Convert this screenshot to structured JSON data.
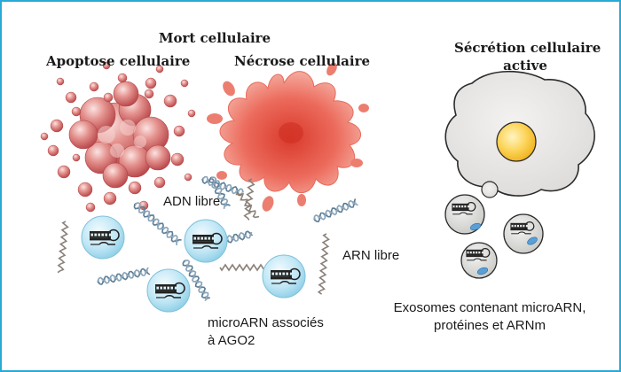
{
  "headings": {
    "cell_death": "Mort cellulaire",
    "apoptosis": "Apoptose cellulaire",
    "necrosis": "Nécrose cellulaire",
    "secretion_line1": "Sécrétion cellulaire",
    "secretion_line2": "active"
  },
  "labels": {
    "free_dna": "ADN libre",
    "free_rna": "ARN libre",
    "mirna_line1": "microARN associés",
    "mirna_line2": "à AGO2",
    "exosomes_line1": "Exosomes contenant microARN,",
    "exosomes_line2": "protéines et ARNm"
  },
  "colors": {
    "frame": "#29a9d6",
    "apoptotic_body": "#c9585a",
    "necrotic_cell": "#e05a4e",
    "complex_sphere": "#aee0f2",
    "dna_helix": "#6f8fa6",
    "rna_strand": "#8a817a",
    "secreting_cell": "#e4e3e2",
    "nucleus": "#fbc93a",
    "exosome": "#d8d8d6",
    "protein": "#5aa0d8"
  }
}
